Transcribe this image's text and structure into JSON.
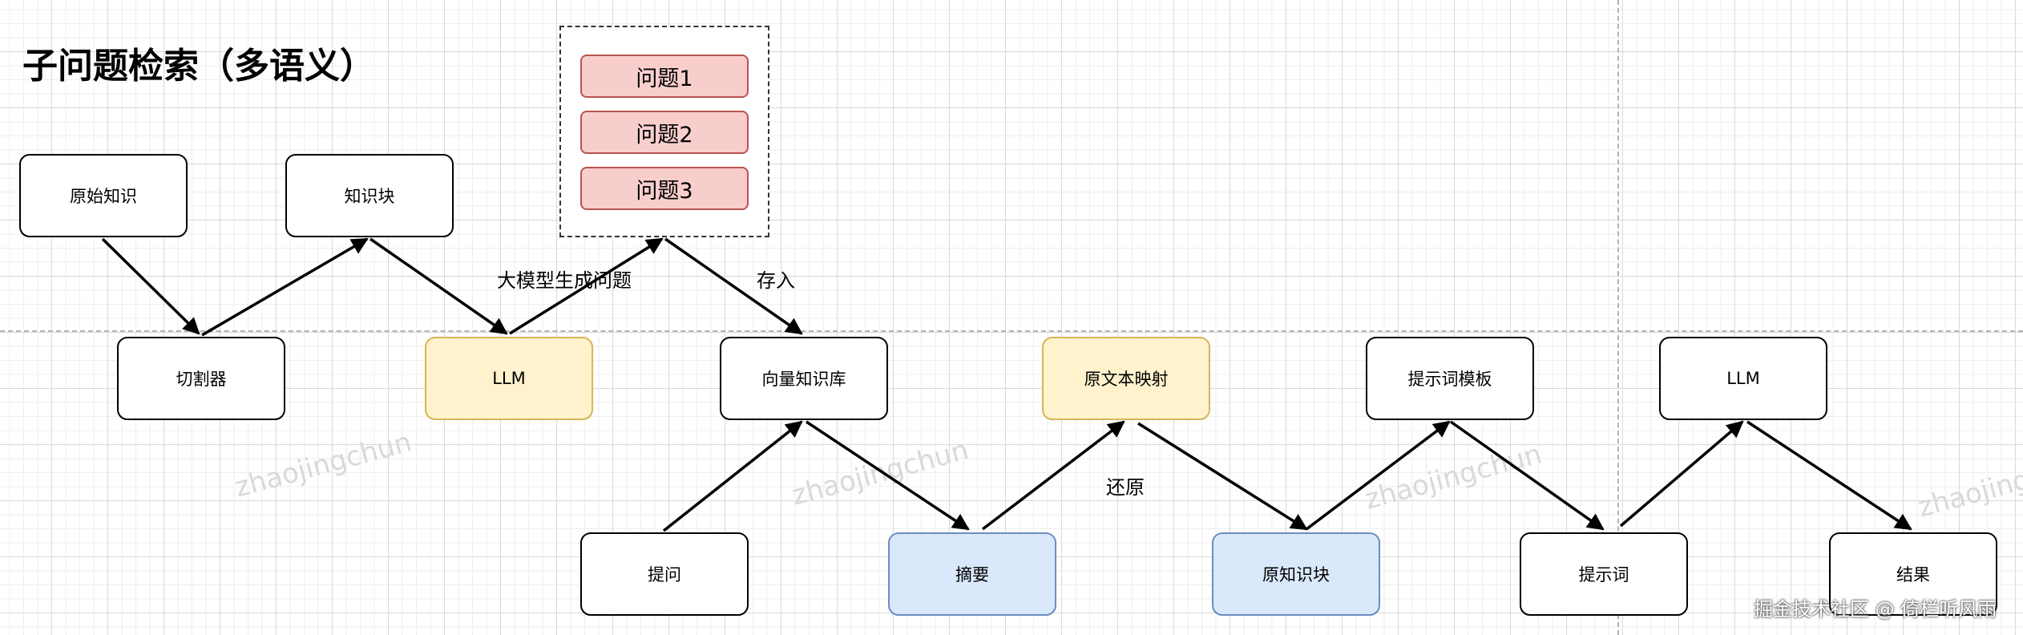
{
  "title": "子问题检索（多语义）",
  "nodes": {
    "original_knowledge": "原始知识",
    "knowledge_chunk": "知识块",
    "splitter": "切割器",
    "llm_top": "LLM",
    "vector_store": "向量知识库",
    "text_mapping": "原文本映射",
    "prompt_template": "提示词模板",
    "llm_final": "LLM",
    "question": "提问",
    "summary": "摘要",
    "original_chunk": "原知识块",
    "prompt": "提示词",
    "result": "结果"
  },
  "questions": [
    "问题1",
    "问题2",
    "问题3"
  ],
  "edge_labels": {
    "generate": "大模型生成问题",
    "store": "存入",
    "restore": "还原"
  },
  "watermark": "zhaojingchun",
  "credit": "掘金技术社区 @ 倚栏听风雨",
  "colors": {
    "yellow_fill": "#fff2cc",
    "blue_fill": "#dae8fc",
    "question_fill": "#f8cecc"
  }
}
